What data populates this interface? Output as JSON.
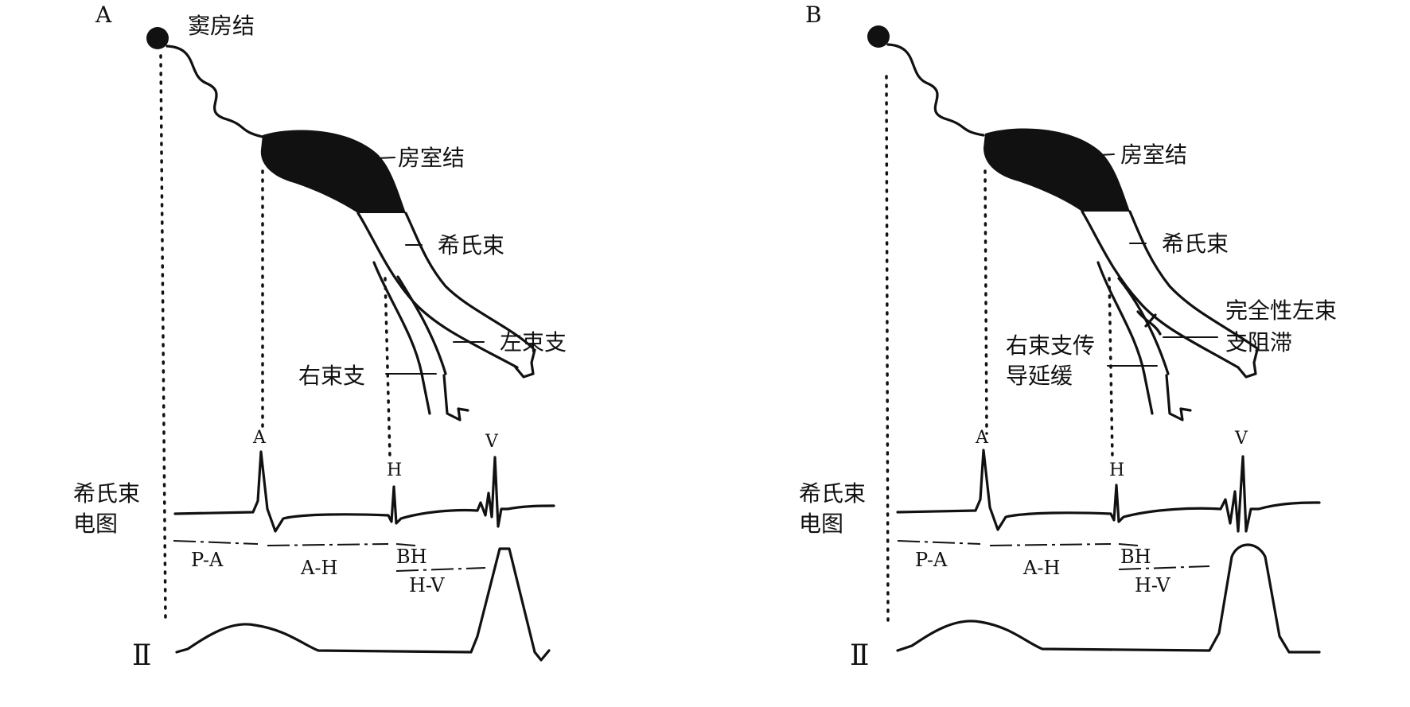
{
  "panels": [
    {
      "letter": "A",
      "sa_node": "窦房结",
      "av_node": "房室结",
      "his_bundle": "希氏束",
      "left_branch": "左束支",
      "right_branch": "右束支",
      "his_ecg_line1": "希氏束",
      "his_ecg_line2": "电图",
      "wave_a": "A",
      "wave_h": "H",
      "wave_v": "V",
      "int_pa": "P-A",
      "int_ah": "A-H",
      "int_bh": "BH",
      "int_hv": "H-V",
      "lead": "Ⅱ"
    },
    {
      "letter": "B",
      "av_node": "房室结",
      "his_bundle": "希氏束",
      "lbbb_line1": "完全性左束",
      "lbbb_line2": "支阻滞",
      "rbb_line1": "右束支传",
      "rbb_line2": "导延缓",
      "his_ecg_line1": "希氏束",
      "his_ecg_line2": "电图",
      "wave_a": "A",
      "wave_h": "H",
      "wave_v": "V",
      "int_pa": "P-A",
      "int_ah": "A-H",
      "int_bh": "BH",
      "int_hv": "H-V",
      "lead": "Ⅱ"
    }
  ]
}
